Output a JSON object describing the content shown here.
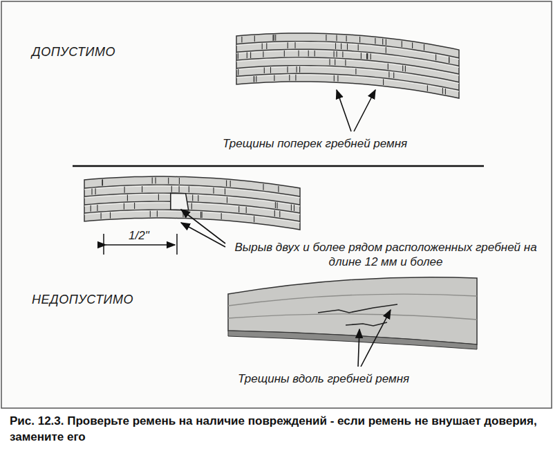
{
  "diagram": {
    "caption": "Рис. 12.3. Проверьте ремень на наличие повреждений - если ремень не внушает доверия, замените его",
    "labels": [
      "ДОПУСТИМО",
      "Трещины поперек гребней ремня",
      "1/2\"",
      "Вырыв двух и более рядом расположенных гребней на длине 12 мм и более",
      "НЕДОПУСТИМО",
      "Трещины вдоль гребней ремня"
    ]
  }
}
